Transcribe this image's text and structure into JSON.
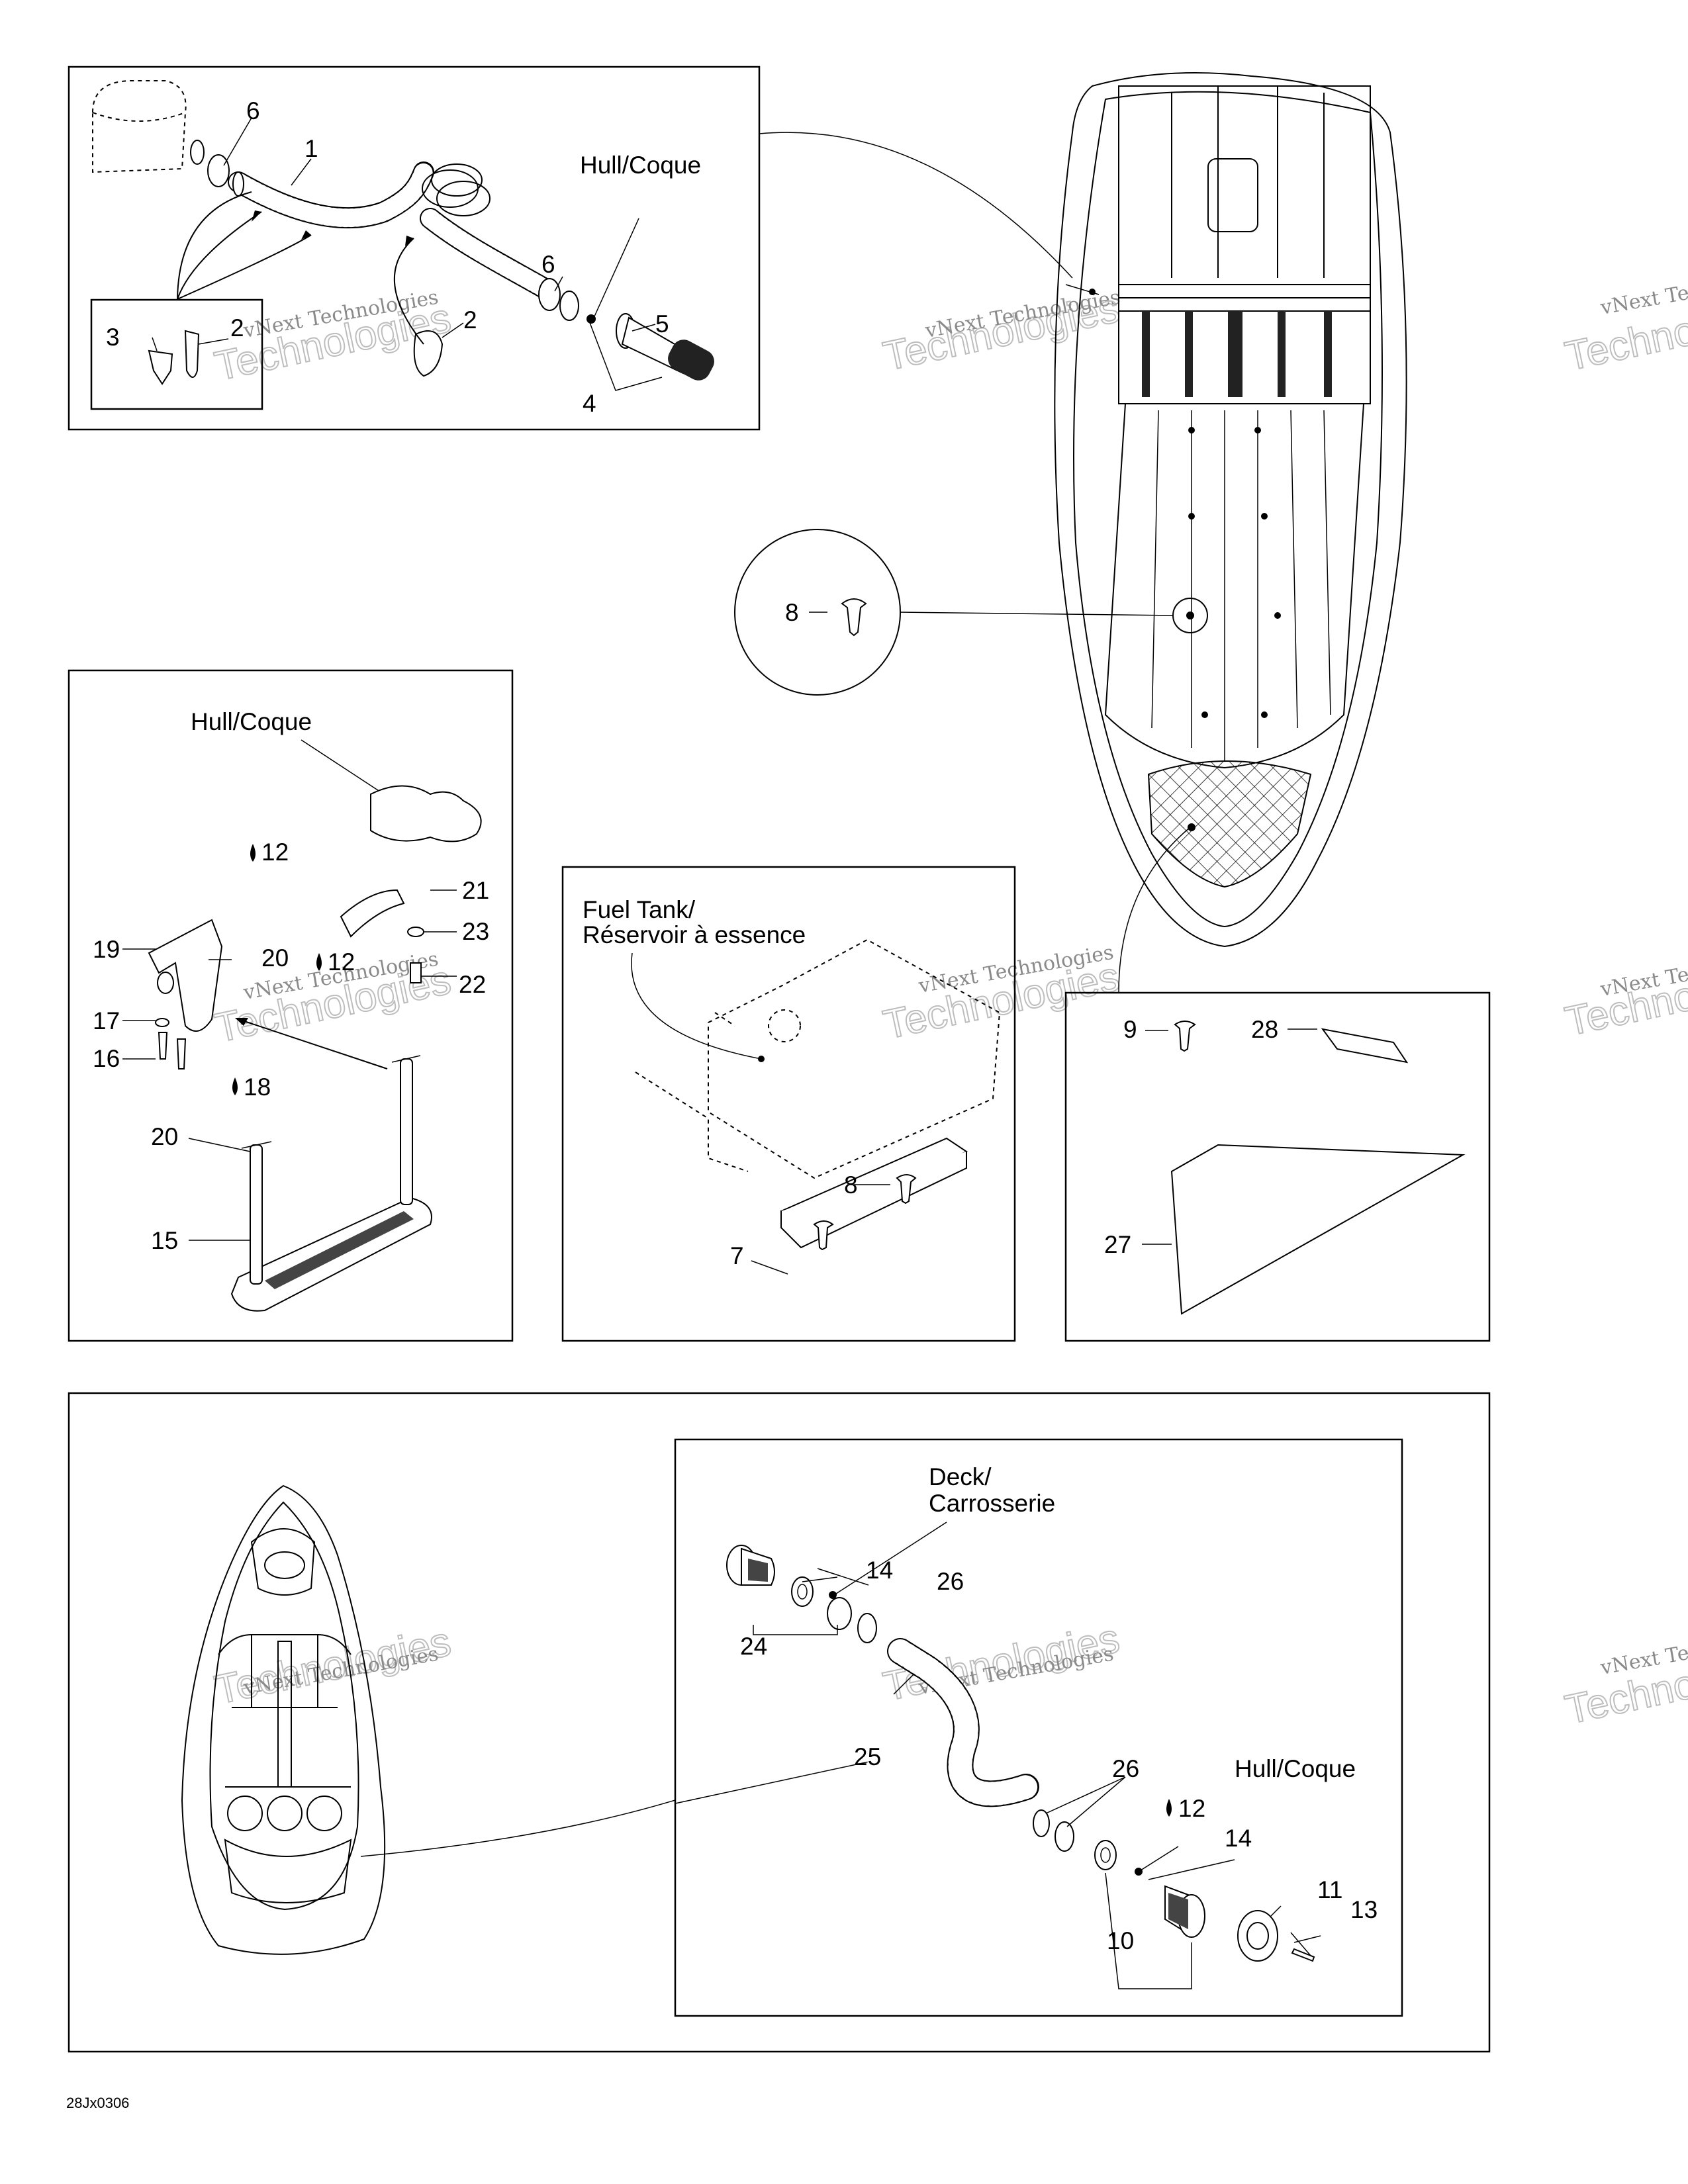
{
  "hull_coque": "Hull/Coque",
  "fuel_tank_line1": "Fuel Tank/",
  "fuel_tank_line2": "Réservoir à essence",
  "deck_line1": "Deck/",
  "deck_line2": "Carrosserie",
  "watermark_line1": "vNext Technologies",
  "watermark_line2": "Technologies",
  "doc_code": "28Jx0306",
  "callouts": {
    "p1": "1",
    "p2": "2",
    "p3": "3",
    "p4": "4",
    "p5": "5",
    "p6": "6",
    "p7": "7",
    "p8": "8",
    "p9": "9",
    "p10": "10",
    "p11": "11",
    "p12": "12",
    "p13": "13",
    "p14": "14",
    "p15": "15",
    "p16": "16",
    "p17": "17",
    "p18": "18",
    "p19": "19",
    "p20": "20",
    "p21": "21",
    "p22": "22",
    "p23": "23",
    "p24": "24",
    "p25": "25",
    "p26": "26",
    "p27": "27",
    "p28": "28"
  }
}
